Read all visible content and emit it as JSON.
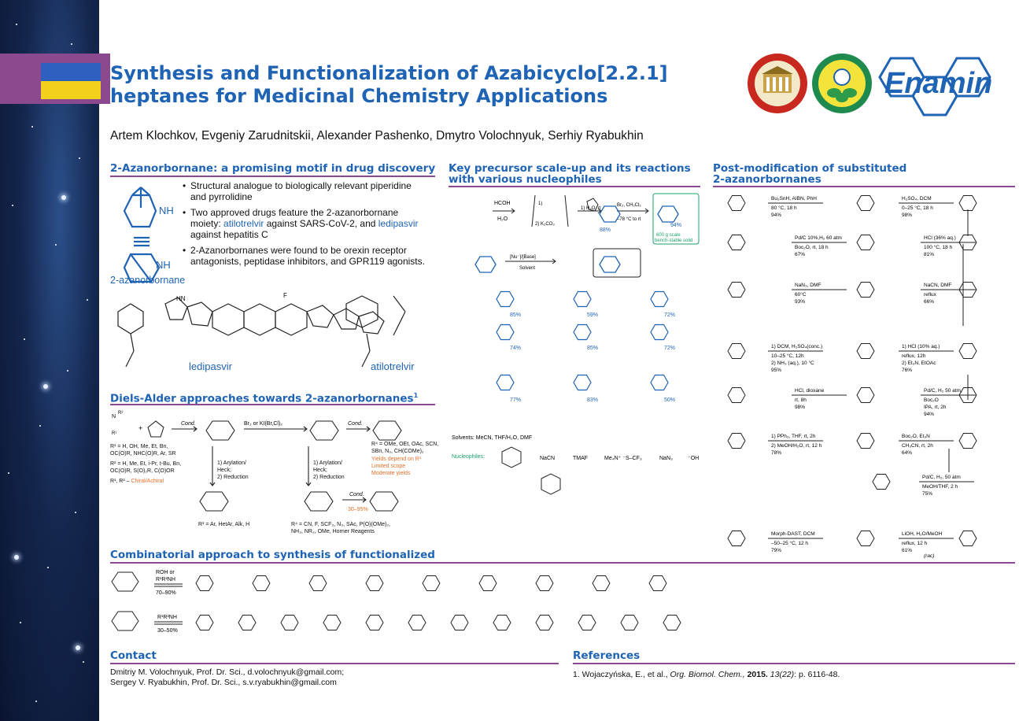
{
  "header": {
    "title_line1": "Synthesis and Functionalization of Azabicyclo[2.2.1]",
    "title_line2": "heptanes for Medicinal Chemistry Applications",
    "authors": "Artem Klochkov, Evgeniy Zarudnitskii, Alexander Pashenko, Dmytro Volochnyuk, Serhiy Ryabukhin",
    "logos": {
      "enamine": "Enamine"
    }
  },
  "section1": {
    "heading": "2-Azanorbornane: a promising motif in drug discovery",
    "label_azanorbornane": "2-azanorbornane",
    "bullets": [
      {
        "text": "Structural analogue to biologically relevant piperidine and pyrrolidine"
      },
      {
        "pre": "Two approved drugs feature the 2-azanorbornane moiety: ",
        "drug1": "atilotrelvir",
        "mid": " against SARS-CoV-2, and ",
        "drug2": "ledipasvir",
        "post": " against hepatitis C"
      },
      {
        "text": "2-Azanorbornanes were found to be orexin receptor antagonists, peptidase inhibitors, and GPR119 agonists."
      }
    ],
    "drug_labels": {
      "ledipasvir": "ledipasvir",
      "atilotrelvir": "atilotrelvir"
    }
  },
  "section2": {
    "heading": "Diels-Alder approaches towards 2-azanorbornanes",
    "heading_sup": "1",
    "cond": "Cond.",
    "reagent_br2": "Br₂ or KI(Br,Cl)₂",
    "substituents": [
      "R¹ = H, OH, Me, Et, Bn,",
      "OC(O)R, NHC(O)R, Ar, SR",
      "R² = H, Me, Et, i-Pr, t-Bu, Bn,",
      "OC(O)R, S(O)₂R, C(O)OR"
    ],
    "chiral_pre": "R¹, R² – ",
    "chiral": "Chiral/Achiral",
    "arylation": [
      "1) Arylation/",
      "Heck;",
      "2) Reduction"
    ],
    "r4_list": [
      "R⁴ = OMe, OEt, OAc, SCN,",
      "SBn, N₃, CH(COMe)₂"
    ],
    "yields": [
      "Yields depend on R¹",
      "Limited scope",
      "Moderate yields"
    ],
    "r3": "R³ = Ar, HetAr, Alk, H",
    "r4_bottom": [
      "R⁴ = CN, F, SCF₃, N₃, SAc, P(O)(OMe)₂,",
      "NH₃, NR₂, OMe, Horner Reagents"
    ],
    "yield_range": "30–95%"
  },
  "section3": {
    "heading": "Combinatorial approach to synthesis of functionalized",
    "row1_cond": [
      "ROH or",
      "R¹R²NH",
      "70–90%"
    ],
    "row2_cond": [
      "R¹R²NH",
      "30–50%"
    ]
  },
  "middle": {
    "heading_line1": "Key precursor scale-up and its reactions",
    "heading_line2": "with various nucleophiles",
    "steps": [
      "HCOH",
      "H₂O",
      "1) H₂O, rt",
      "2) K₂CO₃",
      "Br₂, CH₂Cl₂",
      "–78 °C to rt"
    ],
    "yields_top": [
      "88%",
      "94%"
    ],
    "scale": [
      "600 g scale",
      "bench-stable solid"
    ],
    "nu_cond": [
      "[Nu⁻]/[Base]",
      "Solvent"
    ],
    "product_yields": [
      "85%",
      "59%",
      "72%",
      "74%",
      "85%",
      "72%",
      "77%",
      "83%",
      "50%"
    ],
    "solvents": "Solvents: MeCN, THF/H₂O, DMF",
    "nucleophiles_label": "Nucleophiles:",
    "nucleophiles": [
      "NaCN",
      "TMAF",
      "Me₄N⁺ ⁻S–CF₃",
      "NaN₃",
      "⁻OH"
    ]
  },
  "right": {
    "heading_line1": "Post-modification of substituted",
    "heading_line2": "2-azanorbornanes",
    "rows": [
      {
        "c1": [
          "Bu₃SnH, AIBN, PhH",
          "80 °C, 18 h",
          "94%"
        ],
        "c2": [
          "H₂SO₄, DCM",
          "0–25 °C, 18 h",
          "98%"
        ]
      },
      {
        "c1": [
          "Pd/C 10%,H₂ 60 atm",
          "Boc₂O, rt, 18 h",
          "67%"
        ],
        "c2": [
          "HCl (36% aq.)",
          "100 °C, 18 h",
          "81%"
        ]
      },
      {
        "c1": [
          "NaN₃, DMF",
          "60°C",
          "93%"
        ],
        "c2": [
          "NaCN, DMF",
          "reflux",
          "66%"
        ]
      },
      {
        "c1": [
          "1) DCM, H₂SO₄(conc.)",
          "10–25 °C, 12h",
          "2) NH₃ (aq.), 10 °C",
          "95%"
        ],
        "c2": [
          "1) HCl (10% aq.)",
          "reflux, 12h",
          "2) Et₃N, EtOAc",
          "76%"
        ]
      },
      {
        "c1": [
          "HCl, dioxane",
          "rt, 8h",
          "98%"
        ],
        "c2": [
          "Pd/C, H₂ 50 atm,",
          "Boc₂O",
          "IPA, rt, 2h",
          "94%"
        ]
      },
      {
        "c1": [
          "1) PPh₃, THF, rt, 2h",
          "2) MeOH/H₂O, rt, 12 h",
          "78%"
        ],
        "c2": [
          "Boc₂O, Et₃N",
          "CH₃CN, rt, 2h",
          "64%"
        ]
      },
      {
        "c1": [
          "Pd/C, H₂, 50 atm",
          "MeOH/THF, 2 h",
          "75%"
        ]
      },
      {
        "c1": [
          "Morph-DAST, DCM",
          "–50–25 °C, 12 h",
          "79%"
        ],
        "c2": [
          "LiOH, H₂O/MeOH",
          "reflux, 12 h",
          "61%"
        ],
        "rac": "(rac)"
      }
    ]
  },
  "contact": {
    "heading": "Contact",
    "line1": "Dmitriy M. Volochnyuk, Prof. Dr. Sci., d.volochnyuk@gmail.com;",
    "line2": "Sergey V. Ryabukhin, Prof. Dr. Sci., s.v.ryabukhin@gmail.com"
  },
  "references": {
    "heading": "References",
    "authors": "1. Wojaczyńska, E., et al., ",
    "journal": "Org. Biomol. Chem.,",
    "year": " 2015.",
    "vol": " 13(22)",
    "pages": ": p. 6116-48."
  },
  "colors": {
    "title": "#1f63b5",
    "accent": "#8b4a8f",
    "green": "#19a36a",
    "orange": "#e0702a"
  }
}
